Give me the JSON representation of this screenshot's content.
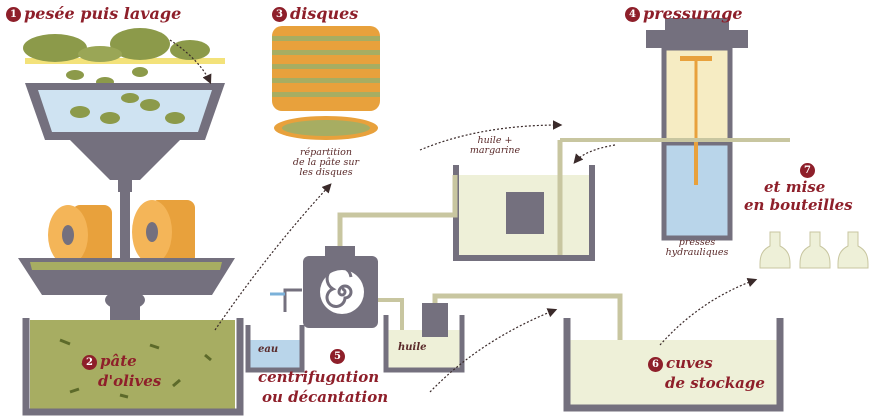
{
  "steps": {
    "s1": {
      "num": "1",
      "label": "pesée puis lavage"
    },
    "s2": {
      "num": "2",
      "line1": "pâte",
      "line2": "d'olives"
    },
    "s3": {
      "num": "3",
      "label": "disques",
      "note1": "répartition",
      "note2": "de la pâte sur",
      "note3": "les disques"
    },
    "s4": {
      "num": "4",
      "label": "pressurage",
      "note1": "presses",
      "note2": "hydrauliques"
    },
    "s5": {
      "num": "5",
      "line1": "centrifugation",
      "line2": "ou décantation"
    },
    "s6": {
      "num": "6",
      "line1": "cuves",
      "line2": "de stockage"
    },
    "s7": {
      "num": "7",
      "line1": "et mise",
      "line2": "en bouteilles"
    }
  },
  "tanks": {
    "eau": "eau",
    "huile": "huile",
    "margarine1": "huile +",
    "margarine2": "margarine"
  },
  "colors": {
    "accent": "#8e1f2a",
    "machine": "#74707e",
    "olive": "#8c9a4a",
    "paste": "#a7ad62",
    "millstone": "#e8a13c",
    "liquid": "#eef0d8",
    "press_water": "#b9d5ea"
  }
}
